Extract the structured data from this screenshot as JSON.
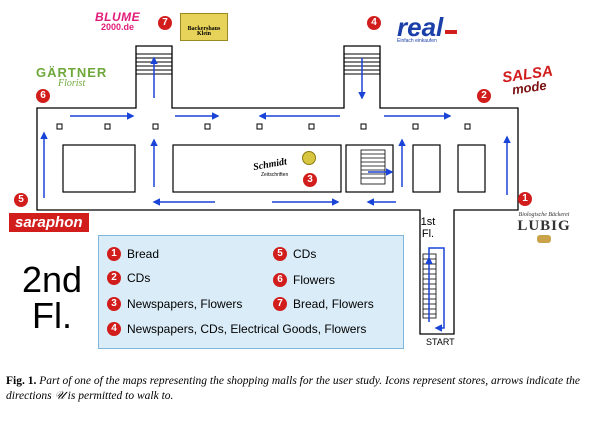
{
  "floor": {
    "number": "2nd",
    "suffix": "Fl."
  },
  "stairs": {
    "first_floor": "1st",
    "first_floor_suffix": "Fl.",
    "start": "START"
  },
  "logos": {
    "blume": "BLUME",
    "blume_sub": "2000.de",
    "backershaus": "Backershaus",
    "backershaus_sub": "Klein",
    "real": "real",
    "real_sub": "Einfach einkaufen",
    "gartner": "GÄRTNER",
    "gartner_sub": "Florist",
    "salsa": "SALSA",
    "salsa_sub": "mode",
    "schmidt": "Schmidt",
    "schmidt_sub": "Zeitschriften",
    "saraphon": "saraphon",
    "lubig_top": "Biologische Bäckerei",
    "lubig": "LUBIG"
  },
  "map_badges": [
    "7",
    "4",
    "6",
    "2",
    "3",
    "5",
    "1"
  ],
  "legend": [
    {
      "num": "1",
      "label": "Bread"
    },
    {
      "num": "2",
      "label": "CDs"
    },
    {
      "num": "3",
      "label": "Newspapers, Flowers"
    },
    {
      "num": "4",
      "label": "Newspapers, CDs, Electrical Goods, Flowers"
    },
    {
      "num": "5",
      "label": "CDs"
    },
    {
      "num": "6",
      "label": "Flowers"
    },
    {
      "num": "7",
      "label": "Bread, Flowers"
    }
  ],
  "caption": {
    "fig": "Fig. 1.",
    "text": "Part of one of the maps representing the shopping malls for the user study. Icons represent stores, arrows indicate the directions 𝒰 is permitted to walk to."
  },
  "colors": {
    "badge": "#d21d1d",
    "arrow": "#1a44d8",
    "legend_bg": "#d9ecf7",
    "legend_border": "#7fb6dc"
  }
}
